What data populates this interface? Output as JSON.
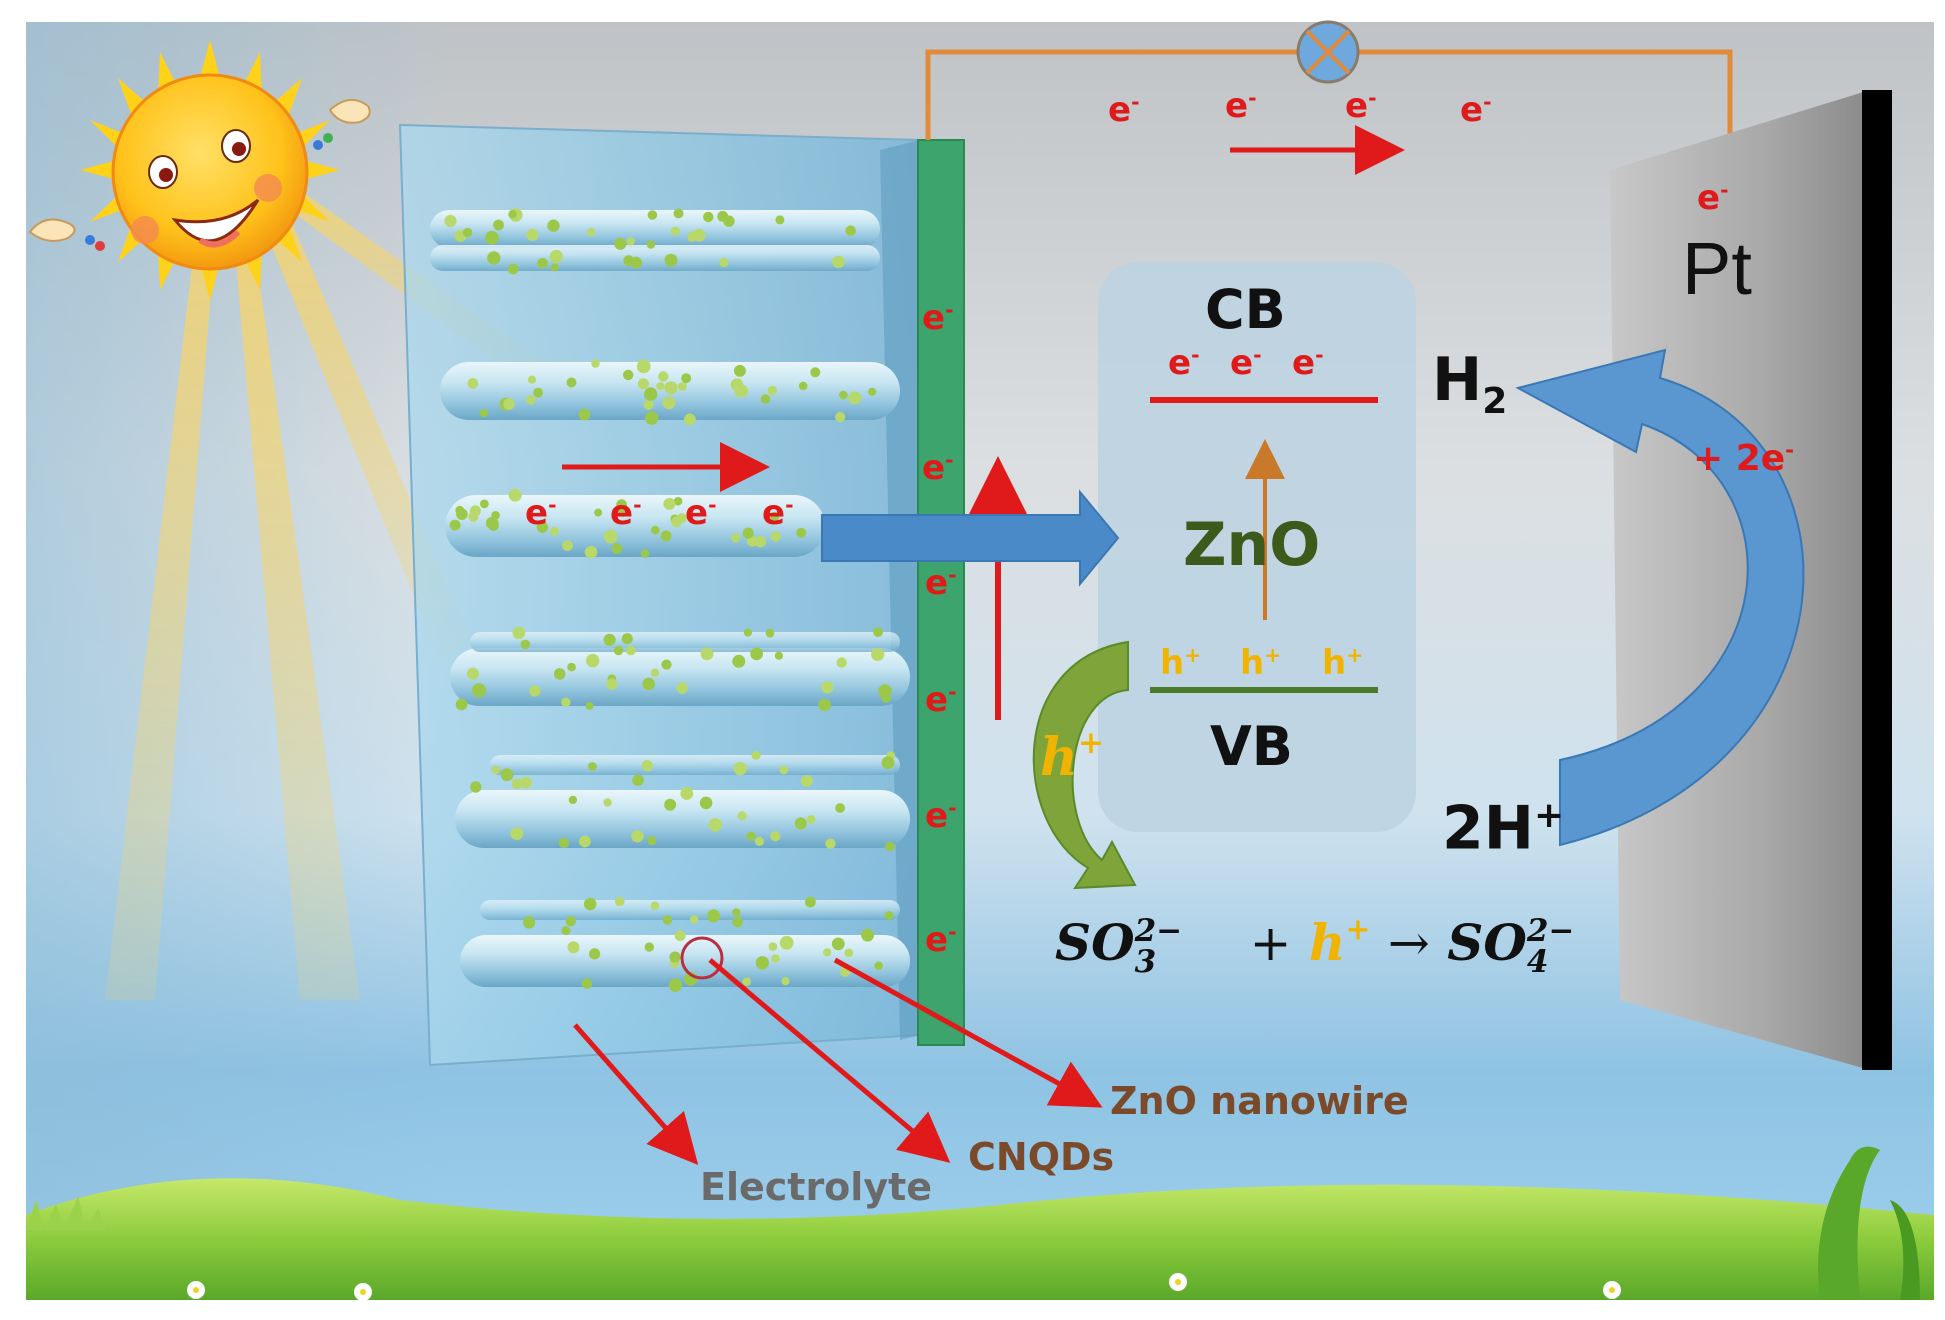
{
  "colors": {
    "electron": "#e01a1a",
    "hole": "#f0b400",
    "zno_label": "#3c5a1c",
    "arrow_blue": "#4a8ac8",
    "arrow_green": "#7ea43a",
    "circuit_wire": "#e08a3c",
    "conductor_strip": "#3ca46c",
    "cb_line": "#e01a1a",
    "vb_line": "#4a7a2c",
    "callout_text": "#7a4a2a"
  },
  "electron_symbol": "e",
  "electron_sign": "-",
  "hole_symbol": "h",
  "hole_sign": "+",
  "labels": {
    "cb": "CB",
    "vb": "VB",
    "zno": "ZnO",
    "pt": "Pt",
    "h2_base": "H",
    "h2_sub": "2",
    "two_h_base": "2H",
    "two_h_sup": "+",
    "plus_2e_base": "+ 2e",
    "plus_2e_sup": "-",
    "h_plus_arrow_base": "h",
    "h_plus_arrow_sup": "+",
    "zno_nanowire": "ZnO nanowire",
    "cnqds": "CNQDs",
    "electrolyte": "Electrolyte"
  },
  "equation": {
    "reactant_base": "SO",
    "reactant_sub": "3",
    "reactant_sup": "2−",
    "plus": "+",
    "hole_base": "h",
    "hole_sup": "+",
    "arrow": "→",
    "product_base": "SO",
    "product_sub": "4",
    "product_sup": "2−"
  },
  "icons": [
    "smiling-sun-icon",
    "lamp-icon",
    "grass-icon",
    "flower-icon"
  ]
}
